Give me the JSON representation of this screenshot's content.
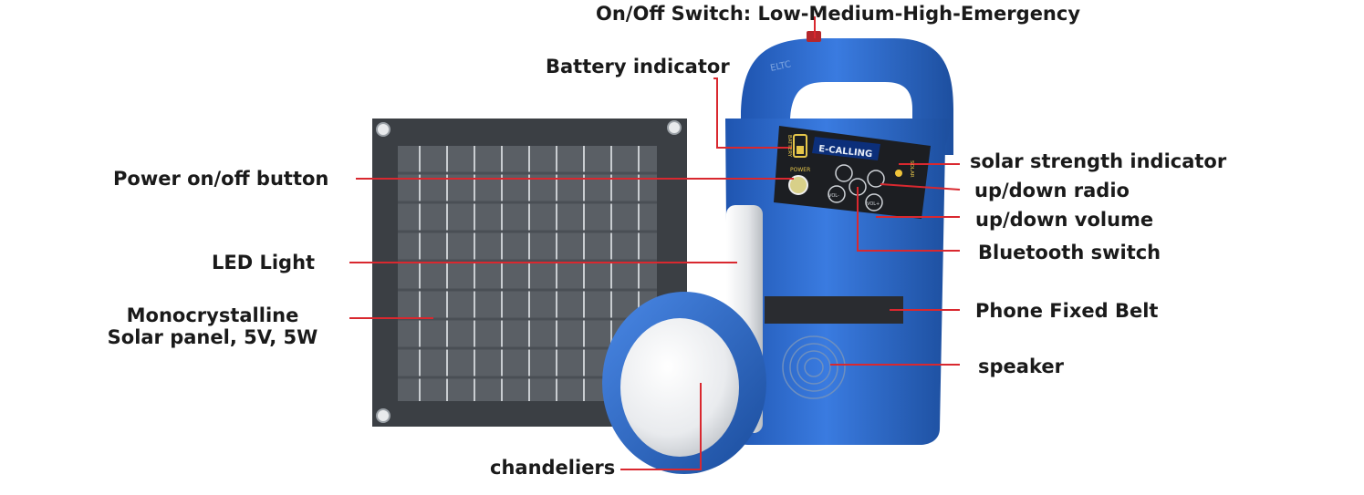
{
  "labels": {
    "onoff_switch": "On/Off Switch: Low-Medium-High-Emergency",
    "battery_indicator": "Battery indicator",
    "power_button": "Power on/off button",
    "led_light": "LED Light",
    "solar_panel_line1": "Monocrystalline",
    "solar_panel_line2": "Solar panel, 5V, 5W",
    "solar_strength": "solar strength indicator",
    "radio": "up/down radio",
    "volume": "up/down volume",
    "bluetooth": "Bluetooth switch",
    "phone_belt": "Phone Fixed Belt",
    "speaker": "speaker",
    "chandeliers": "chandeliers"
  },
  "device": {
    "screen_text": "E-CALLING",
    "brand_text": "ELTC",
    "battery_text": "BATTERY",
    "power_text": "POWER",
    "solar_text": "SOLAR",
    "vol_minus": "VOL-",
    "vol_plus": "VOL+"
  },
  "colors": {
    "leader_line": "#d9282f",
    "device_blue": "#2f6fd0",
    "panel_dark": "#3e4246"
  }
}
